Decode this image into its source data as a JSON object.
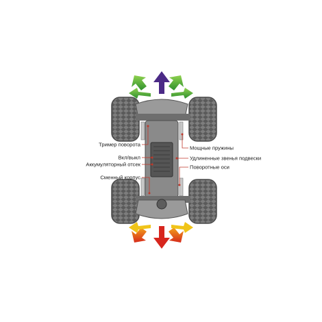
{
  "labels": {
    "trim": "Тример поворота",
    "power": "Вкл/выкл",
    "battery": "Аккумуляторный отсек",
    "body": "Сменный корпус",
    "springs": "Мощные пружины",
    "links": "Удлиненные звенья подвески",
    "axles": "Поворотные оси"
  },
  "colors": {
    "leader": "#c0392b",
    "arrow_top_outer": "#3aa52e",
    "arrow_top_center": "#4b2a86",
    "arrow_bottom_outer": "#f0c419",
    "arrow_bottom_center": "#d7261e",
    "arrow_bottom_mid": "#ef7d1a"
  }
}
